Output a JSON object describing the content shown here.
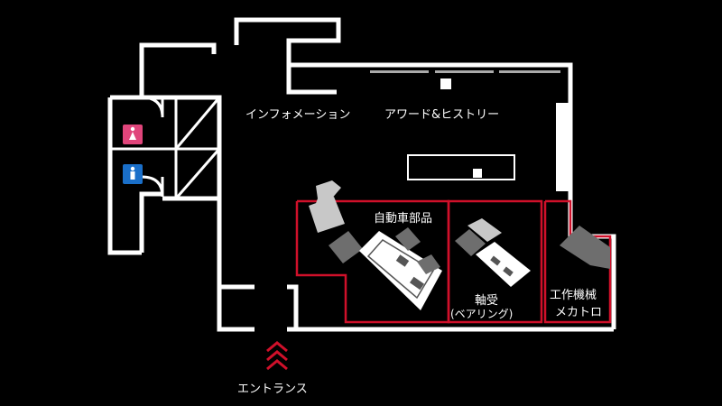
{
  "colors": {
    "background": "#000000",
    "wall": "#ffffff",
    "zone_border": "#d0102a",
    "arrow": "#d0102a",
    "restroom_female": "#e0457b",
    "restroom_male": "#1a6fc9",
    "equipment_dark": "#6e6e6e",
    "equipment_light": "#c8c8c8"
  },
  "areas": {
    "information": "インフォメーション",
    "award_history": "アワード&ヒストリー",
    "auto_parts": "自動車部品",
    "bearings_line1": "軸受",
    "bearings_line2": "(ベアリング)",
    "machine_tools_line1": "工作機械",
    "machine_tools_line2": "メカトロ",
    "entrance": "エントランス"
  },
  "icons": {
    "restroom_female": "female-restroom-icon",
    "restroom_male": "male-restroom-icon",
    "entrance_arrow": "entrance-chevrons-icon"
  }
}
